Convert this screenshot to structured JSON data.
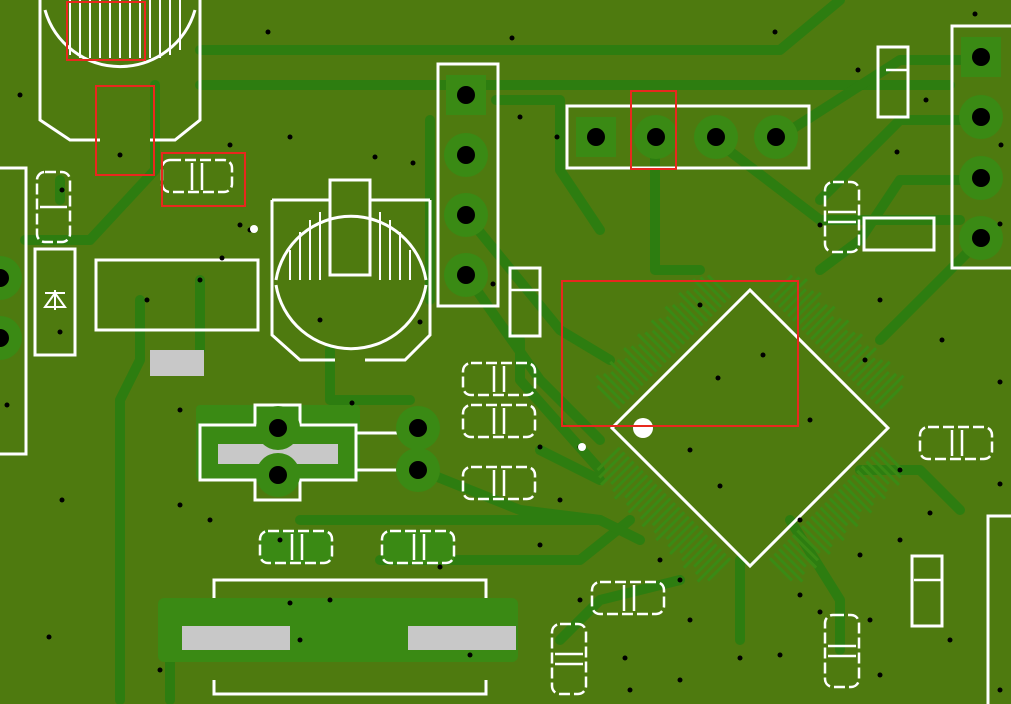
{
  "view": {
    "type": "pcb-layout-view",
    "layer": "top-copper-and-silkscreen"
  },
  "colors": {
    "board": "#4e7a0f",
    "copper": "#3a8a14",
    "trace": "#2d7d10",
    "silkscreen": "#ffffff",
    "highlight": "#e8281e",
    "pad": "#c8c8c8",
    "hole": "#000000"
  },
  "components": [
    {
      "name": "electrolytic-capacitor-top",
      "kind": "capacitor-polarized"
    },
    {
      "name": "electrolytic-capacitor-middle",
      "kind": "capacitor-polarized"
    },
    {
      "name": "qfp-ic",
      "kind": "integrated-circuit"
    },
    {
      "name": "pin-header-vertical-4",
      "kind": "connector"
    },
    {
      "name": "pin-header-horizontal-4",
      "kind": "connector"
    },
    {
      "name": "pin-header-right-4",
      "kind": "connector"
    },
    {
      "name": "crystal",
      "kind": "crystal"
    },
    {
      "name": "diode",
      "kind": "diode"
    },
    {
      "name": "smd-inductor",
      "kind": "inductor"
    }
  ],
  "highlights": [
    {
      "name": "highlight-capacitor-top"
    },
    {
      "name": "highlight-capacitor-lead"
    },
    {
      "name": "highlight-smd-resistor"
    },
    {
      "name": "highlight-header-pin"
    },
    {
      "name": "highlight-qfp-corner"
    }
  ],
  "icons": {
    "diode_symbol": "diode-icon"
  }
}
